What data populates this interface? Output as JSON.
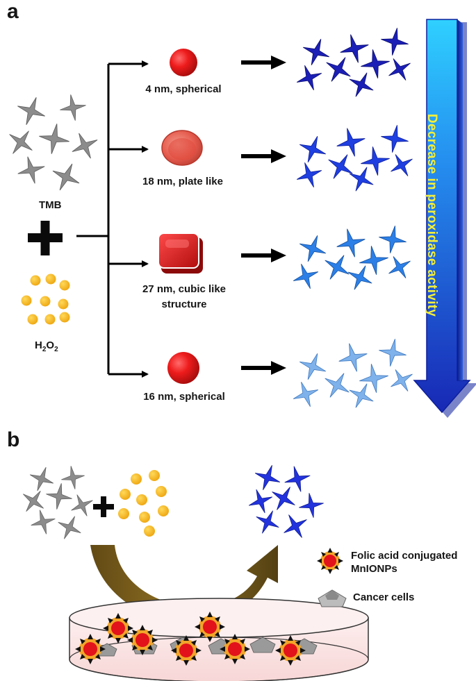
{
  "panel_a": {
    "letter": "a",
    "reactant_label": "TMB",
    "h2o2_label": {
      "base_h": "H",
      "sub1": "2",
      "base_o": "O",
      "sub2": "2"
    },
    "branches": [
      {
        "caption": "4 nm, spherical",
        "shape": "sphere",
        "product_color": "#1c1fb5"
      },
      {
        "caption": "18 nm, plate like",
        "shape": "plate",
        "product_color": "#1f3fe0"
      },
      {
        "caption_line1": "27 nm, cubic like",
        "caption_line2": "structure",
        "shape": "cube",
        "product_color": "#2c7fe6"
      },
      {
        "caption": "16 nm, spherical",
        "shape": "sphere",
        "product_color": "#6ea6e8"
      }
    ],
    "trend_arrow_label": "Decrease in peroxidase activity"
  },
  "panel_b": {
    "letter": "b",
    "legend": [
      {
        "line1": "Folic acid conjugated",
        "line2": "MnIONPs",
        "icon": "nanoparticle-icon"
      },
      {
        "line1": "Cancer cells",
        "icon": "cancer-cell-icon"
      }
    ]
  },
  "colors": {
    "tmb_gray": "#8a8a8a",
    "h2o2_yellow": "#f6b819",
    "nanoparticle_red": "#e1121a",
    "arrow_blue_top": "#29c8ff",
    "arrow_blue_bottom": "#1b2dbf",
    "curved_arrow": "#6b5210",
    "dish_fill": "#fbe3e3"
  }
}
